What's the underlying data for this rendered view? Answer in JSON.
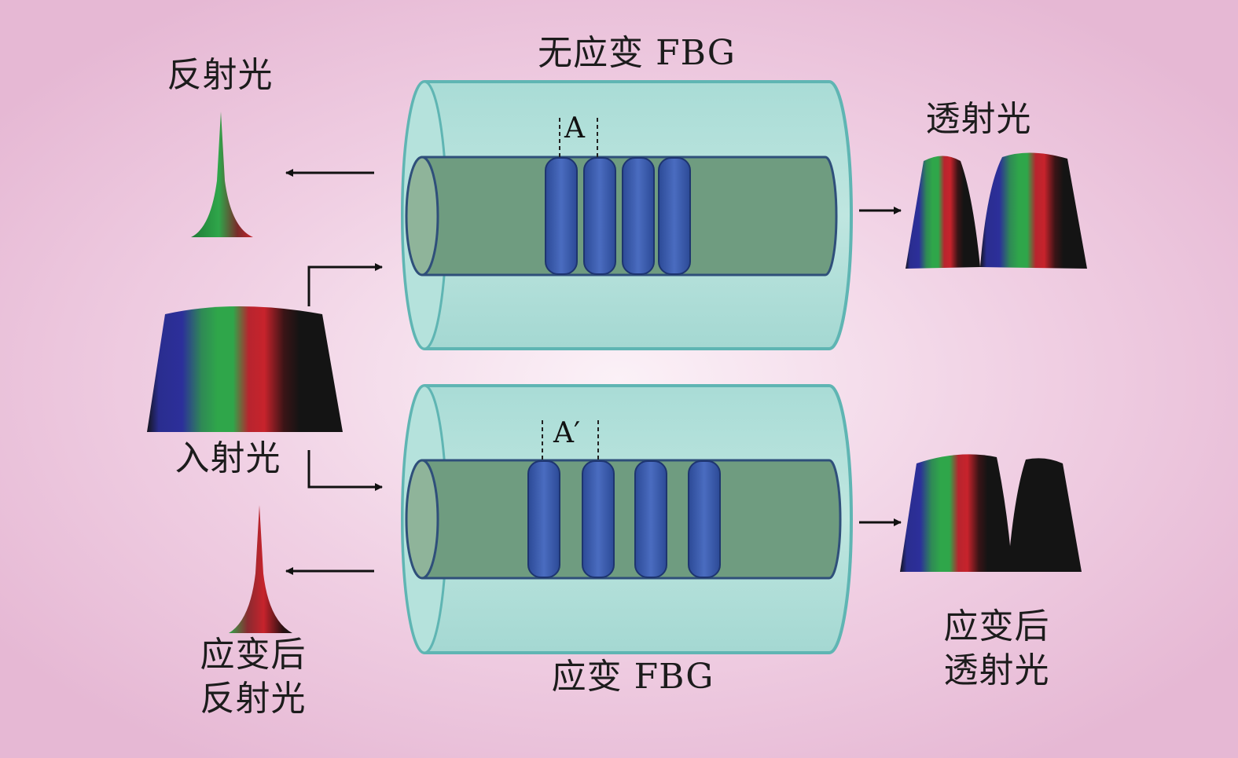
{
  "labels": {
    "unstrained_fbg": "无应变 FBG",
    "strained_fbg": "应变 FBG",
    "reflected": "反射光",
    "incident": "入射光",
    "transmitted": "透射光",
    "strained_reflected": "应变后\n反射光",
    "strained_transmitted": "应变后\n透射光",
    "grating_period_top": "A",
    "grating_period_bottom": "A′"
  },
  "colors": {
    "background": "#f0cfe3",
    "cladding": "#a9dcd6",
    "cladding_edge": "#5fb5b3",
    "core": "#6f9c80",
    "core_edge": "#2f4f7a",
    "grating": "#3a5aa8",
    "spectrum_blue": "#2c2f9a",
    "spectrum_green": "#2fa64a",
    "spectrum_red": "#c7232c",
    "spectrum_black": "#141414"
  },
  "icons": [
    "arrow-left-icon",
    "arrow-right-icon",
    "elbow-arrow-icon"
  ]
}
